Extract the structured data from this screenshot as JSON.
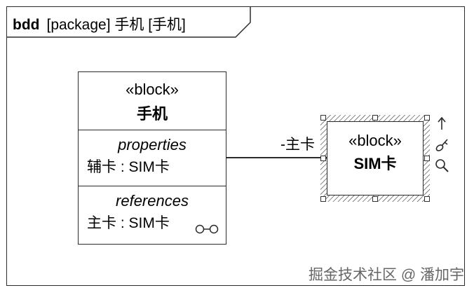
{
  "frame": {
    "kind": "bdd",
    "title": "[package] 手机 [手机]"
  },
  "block_phone": {
    "stereotype": "«block»",
    "name": "手机",
    "properties": {
      "title": "properties",
      "items": [
        "辅卡 : SIM卡"
      ]
    },
    "references": {
      "title": "references",
      "items": [
        "主卡 : SIM卡"
      ]
    }
  },
  "block_sim": {
    "stereotype": "«block»",
    "name": "SIM卡"
  },
  "association": {
    "role_label": "-主卡"
  },
  "side_icons": [
    "arrow-up-icon",
    "brush-icon",
    "magnifier-icon"
  ],
  "watermark": "掘金技术社区 @ 潘加宇",
  "colors": {
    "line": "#2b2b2b",
    "background": "#ffffff",
    "watermark": "#666666"
  }
}
